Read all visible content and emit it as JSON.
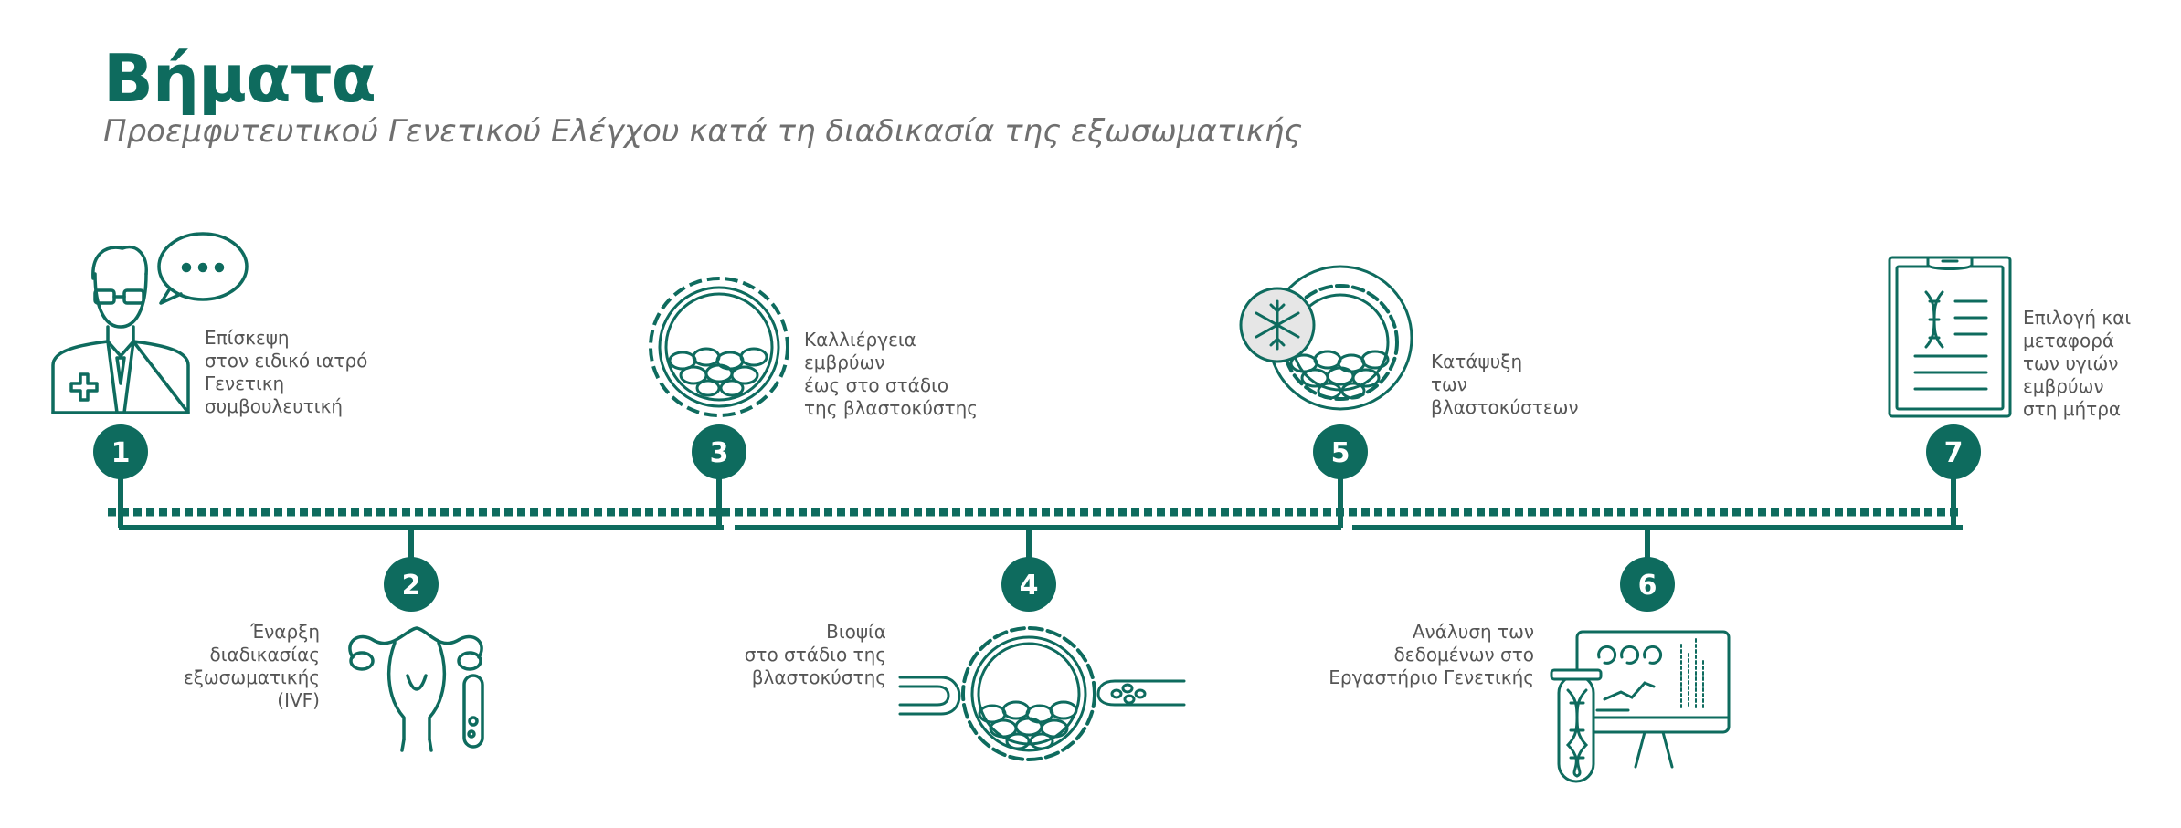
{
  "header": {
    "title": "Βήματα",
    "subtitle": "Προεμφυτευτικού Γενετικού Ελέγχου κατά τη διαδικασία της εξωσωματικής"
  },
  "colors": {
    "primary": "#0e6b5e",
    "text": "#555555",
    "subtitle": "#6f6f6f"
  },
  "steps": [
    {
      "number": "1",
      "icon": "doctor-icon",
      "lines": [
        "Επίσκεψη",
        "στον ειδικό ιατρό",
        "Γενετικη",
        "συμβουλευτική"
      ]
    },
    {
      "number": "2",
      "icon": "uterus-icon",
      "lines": [
        "Έναρξη",
        "διαδικασίας",
        "εξωσωματικής",
        "(IVF)"
      ]
    },
    {
      "number": "3",
      "icon": "embryo-culture-icon",
      "lines": [
        "Καλλιέργεια",
        "εμβρύων",
        "έως στο στάδιο",
        "της βλαστοκύστης"
      ]
    },
    {
      "number": "4",
      "icon": "biopsy-icon",
      "lines": [
        "Βιοψία",
        "στο στάδιο της",
        "βλαστοκύστης"
      ]
    },
    {
      "number": "5",
      "icon": "freezing-icon",
      "lines": [
        "Κατάψυξη",
        "των",
        "βλαστοκύστεων"
      ]
    },
    {
      "number": "6",
      "icon": "lab-analysis-icon",
      "lines": [
        "Ανάλυση των",
        "δεδομένων στο",
        "Εργαστήριο Γενετικής"
      ]
    },
    {
      "number": "7",
      "icon": "clipboard-dna-icon",
      "lines": [
        "Επιλογή και",
        "μεταφορά",
        "των υγιών",
        "εμβρύων",
        "στη μήτρα"
      ]
    }
  ]
}
